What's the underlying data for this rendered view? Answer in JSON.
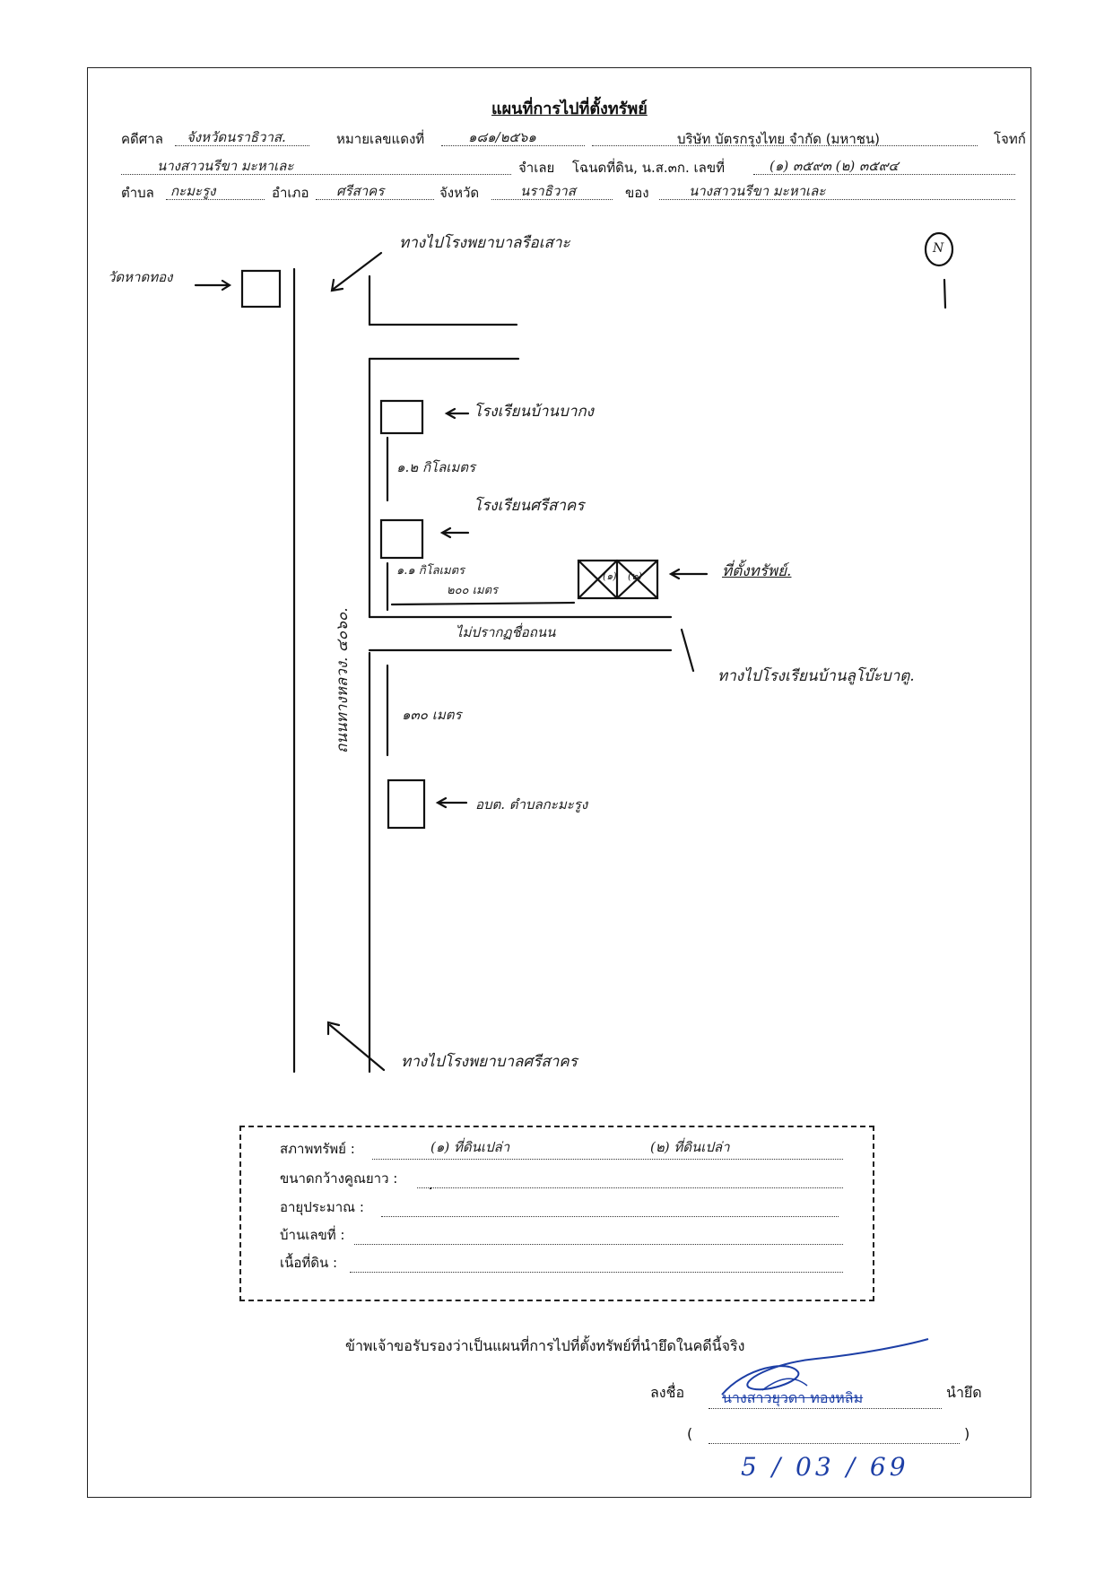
{
  "title": "แผนที่การไปที่ตั้งทรัพย์",
  "header": {
    "court_label": "คดีศาล",
    "court_value": "จังหวัดนราธิวาส.",
    "case_label": "หมายเลขแดงที่",
    "case_value": "๑๘๑/๒๕๖๑",
    "plaintiff_value": "บริษัท บัตรกรุงไทย จำกัด (มหาชน)",
    "plaintiff_label": "โจทก์",
    "defendant_value": "นางสาวนรีขา  มะหาเละ",
    "defendant_label": "จำเลย",
    "deed_label": "โฉนดที่ดิน, น.ส.๓ก. เลขที่",
    "deed_value": "(๑) ๓๕๙๓  (๒) ๓๕๙๔",
    "subdistrict_label": "ตำบล",
    "subdistrict_value": "กะมะรูง",
    "district_label": "อำเภอ",
    "district_value": "ศรีสาคร",
    "province_label": "จังหวัด",
    "province_value": "นราธิวาส",
    "owner_label": "ของ",
    "owner_value": "นางสาวนรีขา  มะหาเละ"
  },
  "map": {
    "to_hospital_top": "ทางไปโรงพยาบาลรือเสาะ",
    "left_building": "วัดหาดทอง",
    "north": "N",
    "school_1": "โรงเรียนบ้านบากง",
    "dist_1": "๑.๒  กิโลเมตร",
    "school_2": "โรงเรียนศรีสาคร",
    "dist_2": "๑.๑ กิโลเมตร",
    "dist_3": "๒๐๐ เมตร",
    "property": "ที่ตั้งทรัพย์.",
    "property_lot_1": "(๑)",
    "property_lot_2": "(๒)",
    "side_road": "ไม่ปรากฏชื่อถนน",
    "to_school_right": "ทางไปโรงเรียนบ้านลูโบ๊ะบาตู.",
    "highway": "ถนนทางหลวง. ๔๐๖๐.",
    "dist_4": "๑๓๐  เมตร",
    "sao_office": "อบต. ตำบลกะมะรูง",
    "to_hospital_bottom": "ทางไปโรงพยาบาลศรีสาคร"
  },
  "info": {
    "condition_label": "สภาพทรัพย์ :",
    "condition_value_1": "(๑)   ที่ดินเปล่า",
    "condition_value_2": "(๒)   ที่ดินเปล่า",
    "size_label": "ขนาดกว้างคูณยาว :",
    "age_label": "อายุประมาณ :",
    "house_no_label": "บ้านเลขที่ :",
    "land_area_label": "เนื้อที่ดิน :"
  },
  "certify": "ข้าพเจ้าขอรับรองว่าเป็นแผนที่การไปที่ตั้งทรัพย์ที่นำยึดในคดีนี้จริง",
  "signature": {
    "sign_label": "ลงชื่อ",
    "seizer_label": "นำยึด",
    "name": "นางสาวยุวดา  ทองหลิม",
    "open_paren": "(",
    "close_paren": ")",
    "date": "5 /  03   / 69"
  },
  "colors": {
    "ink": "#111111",
    "pen_blue": "#1d3fa6"
  }
}
